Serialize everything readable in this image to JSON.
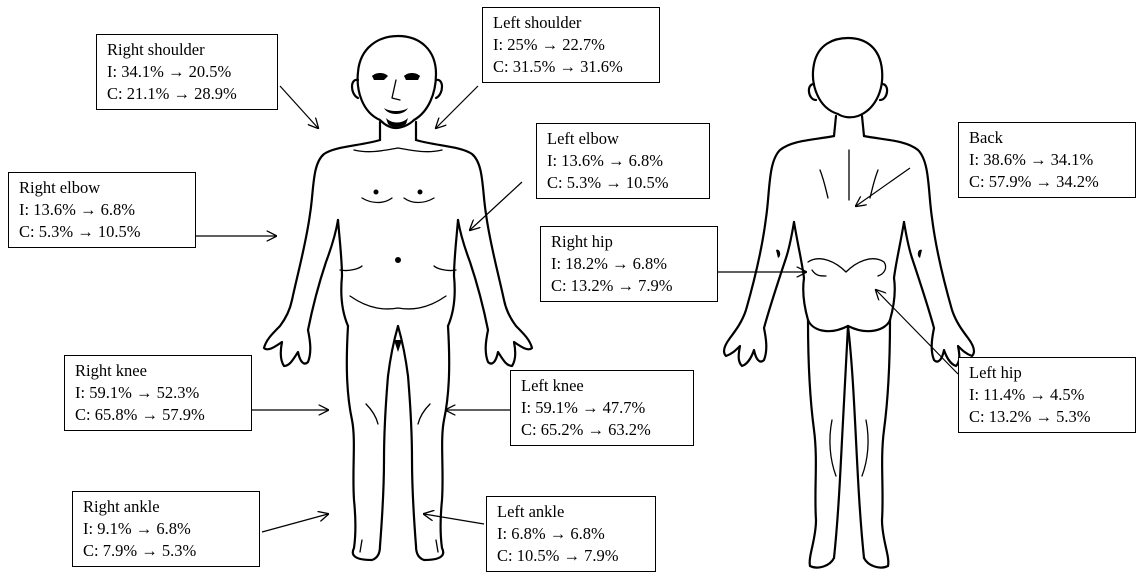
{
  "labels": {
    "right_shoulder": {
      "name": "Right shoulder",
      "i": "I: 34.1% → 20.5%",
      "c": "C: 21.1% → 28.9%"
    },
    "left_shoulder": {
      "name": "Left shoulder",
      "i": "I: 25% → 22.7%",
      "c": "C: 31.5% → 31.6%"
    },
    "left_elbow": {
      "name": "Left elbow",
      "i": "I: 13.6% → 6.8%",
      "c": "C: 5.3% → 10.5%"
    },
    "right_elbow": {
      "name": "Right elbow",
      "i": "I: 13.6% → 6.8%",
      "c": "C: 5.3% → 10.5%"
    },
    "back": {
      "name": "Back",
      "i": "I: 38.6% → 34.1%",
      "c": "C: 57.9% → 34.2%"
    },
    "right_hip": {
      "name": "Right hip",
      "i": "I: 18.2% → 6.8%",
      "c": "C: 13.2% → 7.9%"
    },
    "right_knee": {
      "name": "Right knee",
      "i": "I: 59.1% → 52.3%",
      "c": "C: 65.8% → 57.9%"
    },
    "left_knee": {
      "name": "Left knee",
      "i": "I: 59.1% → 47.7%",
      "c": "C: 65.2% → 63.2%"
    },
    "left_hip": {
      "name": "Left hip",
      "i": "I: 11.4% → 4.5%",
      "c": "C: 13.2% → 5.3%"
    },
    "right_ankle": {
      "name": "Right ankle",
      "i": "I: 9.1% → 6.8%",
      "c": "C: 7.9% → 5.3%"
    },
    "left_ankle": {
      "name": "Left ankle",
      "i": "I: 6.8% → 6.8%",
      "c": "C: 10.5% → 7.9%"
    }
  }
}
